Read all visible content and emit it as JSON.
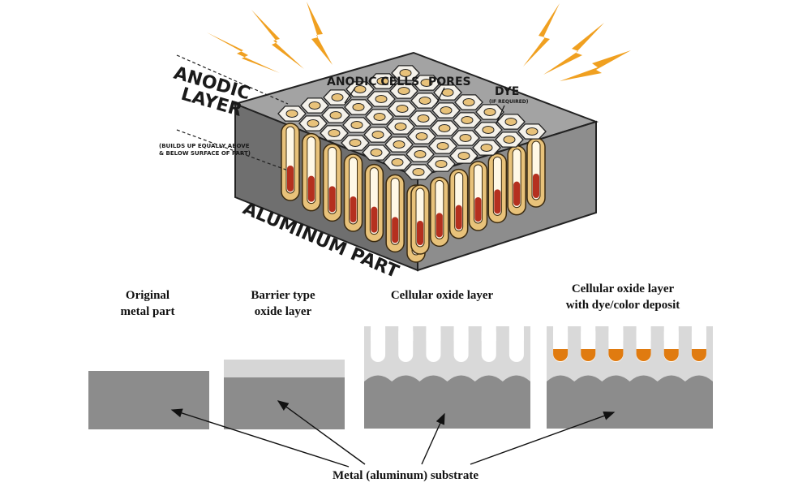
{
  "top_diagram": {
    "anodic_layer_line1": "ANODIC",
    "anodic_layer_line2": "LAYER",
    "builds_up_line1": "(BUILDS UP EQUALLY ABOVE",
    "builds_up_line2": "& BELOW SURFACE OF PART)",
    "anodic_cells": "ANODIC CELLS",
    "pores": "PORES",
    "dye": "DYE",
    "if_required": "(IF REQUIRED)",
    "aluminum_part": "ALUMINUM PART"
  },
  "cross_sections": [
    {
      "line1": "Original",
      "line2": "metal part"
    },
    {
      "line1": "Barrier type",
      "line2": "oxide layer"
    },
    {
      "line1": "Cellular oxide layer",
      "line2": ""
    },
    {
      "line1": "Cellular oxide layer",
      "line2": "with dye/color deposit"
    }
  ],
  "substrate_label": "Metal (aluminum) substrate",
  "colors": {
    "metal": "#8c8c8c",
    "metal_top": "#a9a9a9",
    "oxide": "#d9d9d9",
    "cell_tan": "#e8c27a",
    "dye": "#b5301f",
    "dye_orange": "#e07b10",
    "spark": "#f0a020"
  }
}
